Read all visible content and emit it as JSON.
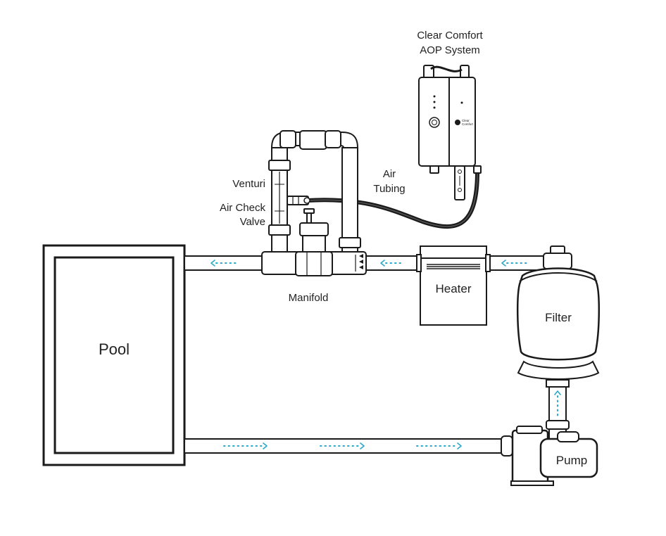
{
  "labels": {
    "aop_title_line1": "Clear Comfort",
    "aop_title_line2": "AOP System",
    "venturi": "Venturi",
    "air_check_line1": "Air Check",
    "air_check_line2": "Valve",
    "air_tubing_line1": "Air",
    "air_tubing_line2": "Tubing",
    "manifold": "Manifold",
    "heater": "Heater",
    "filter": "Filter",
    "pool": "Pool",
    "pump": "Pump",
    "brand_line1": "Clear",
    "brand_line2": "Comfort"
  },
  "colors": {
    "line": "#1a1a1a",
    "flow_arrow": "#29a8c9",
    "text": "#222222",
    "background": "#ffffff"
  },
  "flow": {
    "top_pipe_direction": "left",
    "bottom_pipe_direction": "right",
    "filter_riser_direction": "up"
  }
}
